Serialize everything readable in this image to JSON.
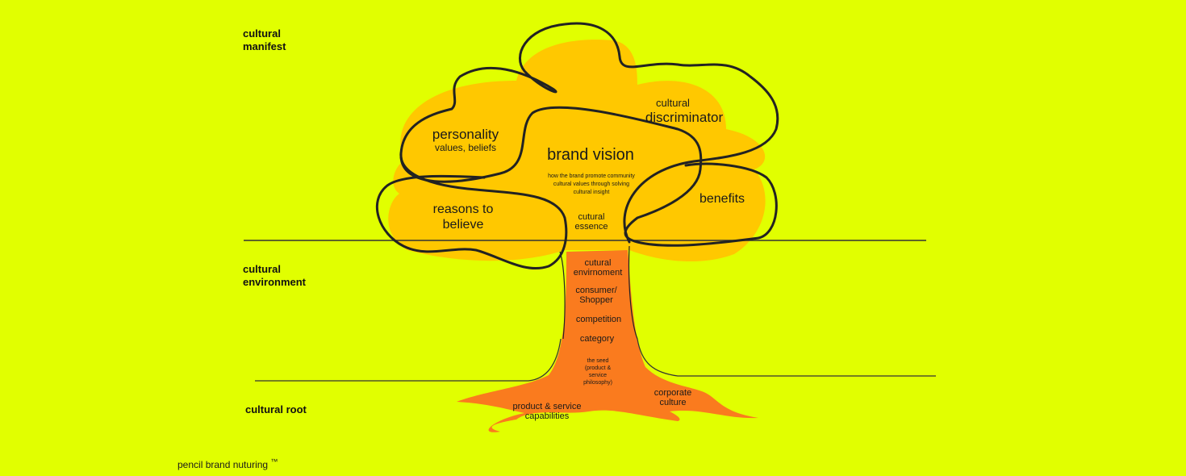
{
  "colors": {
    "background": "#e1ff00",
    "canopy": "#ffc800",
    "trunk": "#fa7b1e",
    "outline": "#222222",
    "text": "#1a1a1a"
  },
  "levels": {
    "manifest": [
      "cultural",
      "manifest"
    ],
    "environment": [
      "cultural",
      "environment"
    ],
    "root": "cultural root"
  },
  "canopy": {
    "personality": {
      "title": "personality",
      "subtitle": "values, beliefs"
    },
    "cultural_discriminator": {
      "small": "cultural",
      "title": "discriminator"
    },
    "brand_vision": {
      "title": "brand vision",
      "description": [
        "how the brand promote community",
        "cultural values through solving",
        "cultural insight"
      ]
    },
    "reasons_to_believe": [
      "reasons to",
      "believe"
    ],
    "benefits": "benefits",
    "cultural_essence": [
      "cutural",
      "essence"
    ]
  },
  "trunk": {
    "cultural_environment": [
      "cutural",
      "envirnoment"
    ],
    "consumer": [
      "consumer/",
      "Shopper"
    ],
    "competition": "competition",
    "category": "category",
    "seed": [
      "the seed",
      "(product &",
      "service",
      "philosophy)"
    ]
  },
  "roots": {
    "product_service": [
      "product & service",
      "capabilities"
    ],
    "corporate_culture": [
      "corporate",
      "culture"
    ]
  },
  "footer": {
    "brand": "pencil brand nuturing",
    "trademark": "™"
  }
}
